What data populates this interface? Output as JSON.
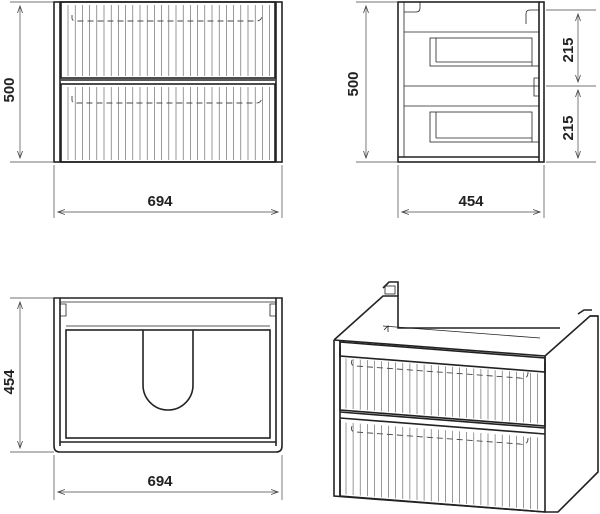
{
  "views": {
    "front": {
      "width_label": "694",
      "height_label": "500"
    },
    "side": {
      "height_label": "500",
      "depth_label": "454",
      "drawer_upper_label": "215",
      "drawer_lower_label": "215"
    },
    "top": {
      "depth_label": "454",
      "width_label": "694"
    },
    "isometric": {}
  }
}
